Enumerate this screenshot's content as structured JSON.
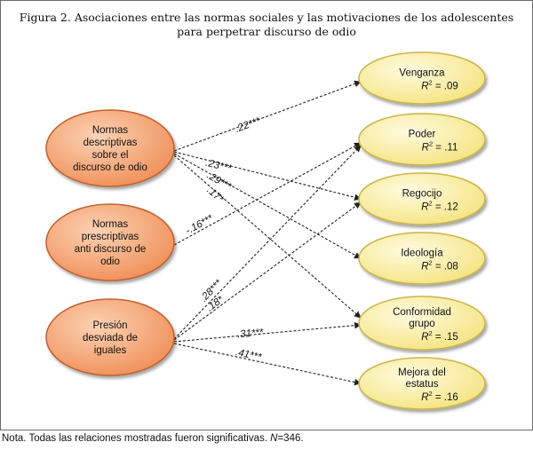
{
  "title": {
    "line1": "Figura 2. Asociaciones entre las normas sociales y las motivaciones de los adolescentes",
    "line2": "para perpetrar discurso de odio"
  },
  "predictors": [
    {
      "id": "p1",
      "lines": [
        "Normas",
        "descriptivas",
        "sobre el",
        "discurso de odio"
      ]
    },
    {
      "id": "p2",
      "lines": [
        "Normas",
        "prescriptivas",
        "anti discurso de",
        "odio"
      ]
    },
    {
      "id": "p3",
      "lines": [
        "Presión",
        "desviada de",
        "iguales"
      ]
    }
  ],
  "outcomes": [
    {
      "id": "o1",
      "lines": [
        "Venganza"
      ],
      "r2": "= .09"
    },
    {
      "id": "o2",
      "lines": [
        "Poder"
      ],
      "r2": "= .11"
    },
    {
      "id": "o3",
      "lines": [
        "Regocijo"
      ],
      "r2": "= .12"
    },
    {
      "id": "o4",
      "lines": [
        "Ideología"
      ],
      "r2": "= .08"
    },
    {
      "id": "o5",
      "lines": [
        "Conformidad",
        "grupo"
      ],
      "r2": "= .15"
    },
    {
      "id": "o6",
      "lines": [
        "Mejora del",
        "estatus"
      ],
      "r2": "= .16"
    }
  ],
  "paths": [
    {
      "from": "p1",
      "to": "o1",
      "label": ".22***"
    },
    {
      "from": "p1",
      "to": "o3",
      "label": ".23***"
    },
    {
      "from": "p1",
      "to": "o4",
      "label": ".29***"
    },
    {
      "from": "p1",
      "to": "o5",
      "label": ".17*"
    },
    {
      "from": "p2",
      "to": "o2",
      "label": "-.16***"
    },
    {
      "from": "p3",
      "to": "o2",
      "label": ".28***"
    },
    {
      "from": "p3",
      "to": "o3",
      "label": ".18*"
    },
    {
      "from": "p3",
      "to": "o5",
      "label": ".31***"
    },
    {
      "from": "p3",
      "to": "o6",
      "label": ".41***"
    }
  ],
  "r2_symbol": "R",
  "r2_sup": "2",
  "note": {
    "prefix": "Nota. Todas las relaciones mostradas fueron significativas. ",
    "n_symbol": "N",
    "n_value": "=346."
  },
  "colors": {
    "predictor_fill": "#f4a77a",
    "predictor_stroke": "#c0602c",
    "outcome_fill": "#fbee9d",
    "outcome_stroke": "#c9b54a",
    "line": "#222222"
  }
}
